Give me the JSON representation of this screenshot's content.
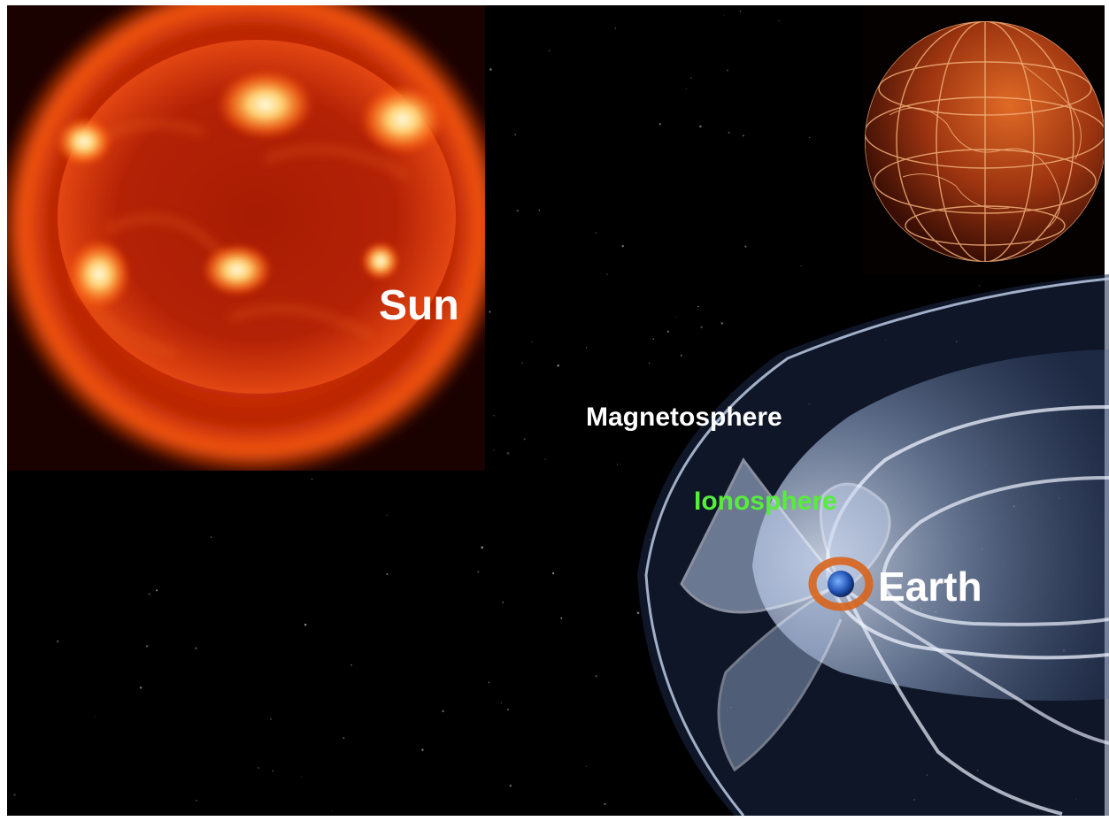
{
  "labels": {
    "sun": "Sun",
    "magnetosphere": "Magnetosphere",
    "ionosphere": "Ionosphere",
    "earth": "Earth"
  },
  "colors": {
    "background": "#000000",
    "sun_core": "#c42a06",
    "sun_bright": "#fff2b0",
    "ionosphere_label": "#55ee3a",
    "magnetosphere_lines": "#b8c8e8",
    "globe_grid": "#e8a060"
  }
}
